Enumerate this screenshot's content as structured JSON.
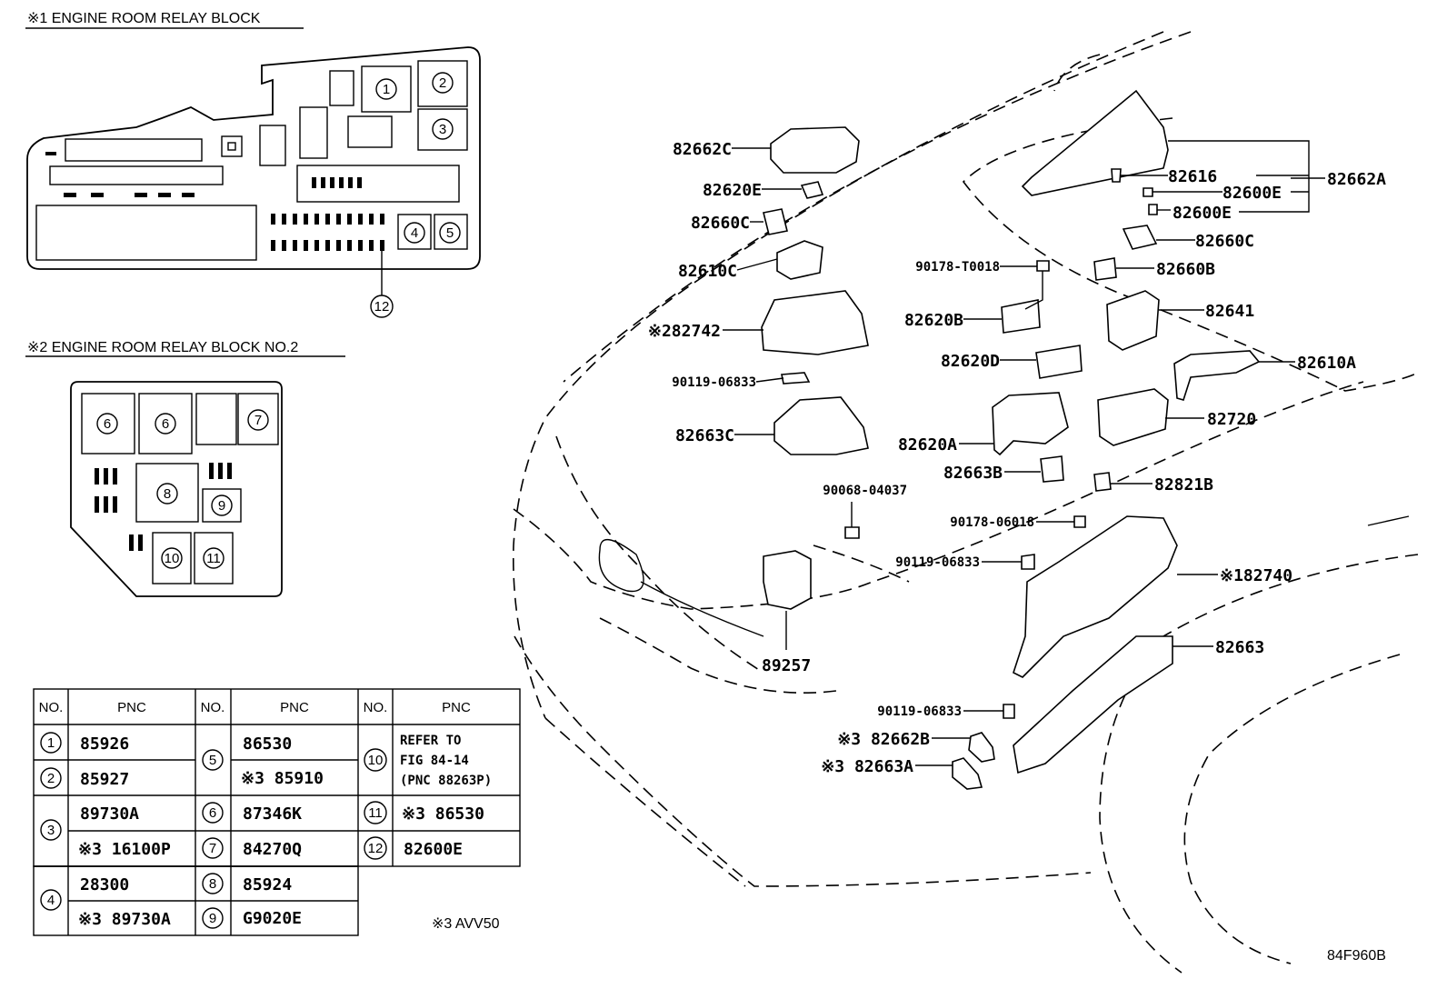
{
  "relay_block_1": {
    "title": "※1 ENGINE ROOM RELAY BLOCK",
    "callouts": [
      "1",
      "2",
      "3",
      "4",
      "5",
      "12"
    ]
  },
  "relay_block_2": {
    "title": "※2 ENGINE ROOM RELAY BLOCK NO.2",
    "callouts": [
      "6",
      "6",
      "7",
      "8",
      "9",
      "10",
      "11"
    ]
  },
  "parts": {
    "p82662C": "82662C",
    "p82620E": "82620E",
    "p82660C_left": "82660C",
    "p82610C": "82610C",
    "p82742": "※282742",
    "p90119_06833_a": "90119-06833",
    "p82663C": "82663C",
    "p90068_04037": "90068-04037",
    "p89257": "89257",
    "p82616": "82616",
    "p82600E_a": "82600E",
    "p82600E_b": "82600E",
    "p82662A": "82662A",
    "p82660C_right": "82660C",
    "p90178_T0018": "90178-T0018",
    "p82660B": "82660B",
    "p82620B": "82620B",
    "p82641": "82641",
    "p82620D": "82620D",
    "p82610A": "82610A",
    "p82720": "82720",
    "p82620A": "82620A",
    "p82663B": "82663B",
    "p82821B": "82821B",
    "p90178_06018": "90178-06018",
    "p90119_06833_b": "90119-06833",
    "p82740": "※182740",
    "p82663": "82663",
    "p90119_06833_c": "90119-06833",
    "p82662B": "※3 82662B",
    "p82663A": "※3 82663A"
  },
  "table": {
    "headers": [
      "NO.",
      "PNC",
      "NO.",
      "PNC",
      "NO.",
      "PNC"
    ],
    "col1": [
      {
        "no": "1",
        "pnc": [
          "85926"
        ]
      },
      {
        "no": "2",
        "pnc": [
          "85927"
        ]
      },
      {
        "no": "3",
        "pnc": [
          "89730A",
          "※3 16100P"
        ]
      },
      {
        "no": "4",
        "pnc": [
          "28300",
          "※3 89730A"
        ]
      }
    ],
    "col2": [
      {
        "no": "5",
        "pnc": [
          "86530",
          "※3 85910"
        ]
      },
      {
        "no": "6",
        "pnc": [
          "87346K"
        ]
      },
      {
        "no": "7",
        "pnc": [
          "84270Q"
        ]
      },
      {
        "no": "8",
        "pnc": [
          "85924"
        ]
      },
      {
        "no": "9",
        "pnc": [
          "G9020E"
        ]
      }
    ],
    "col3": [
      {
        "no": "10",
        "pnc": [
          "REFER TO",
          "FIG 84-14",
          "(PNC 88263P)"
        ]
      },
      {
        "no": "11",
        "pnc": [
          "※3 86530"
        ]
      },
      {
        "no": "12",
        "pnc": [
          "82600E"
        ]
      }
    ]
  },
  "footnote": "※3 AVV50",
  "figure_code": "84F960B"
}
